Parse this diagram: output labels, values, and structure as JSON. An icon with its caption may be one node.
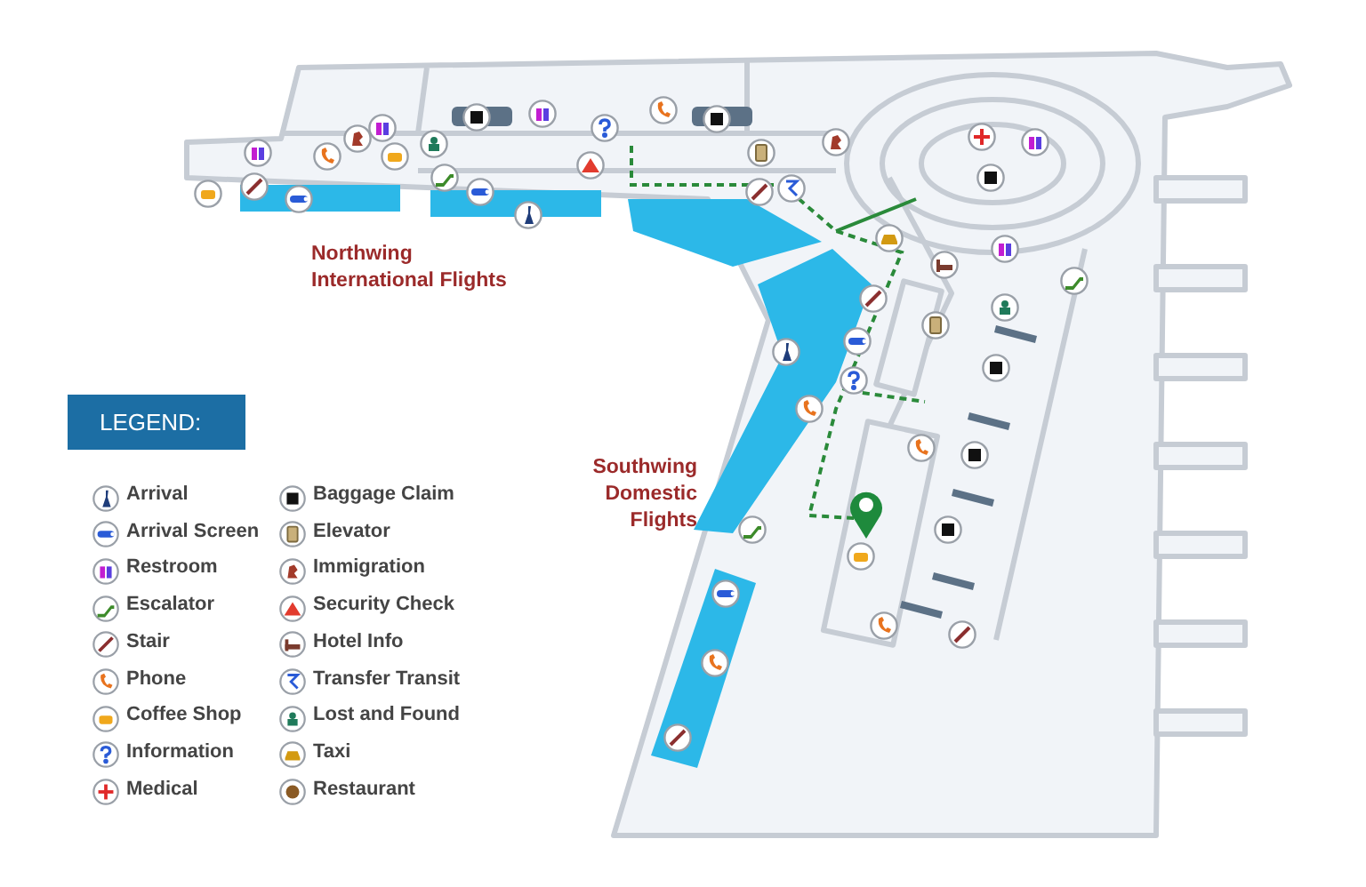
{
  "diagram": {
    "labels": [
      "Northwing International Flights",
      "Southwing Domestic Flights",
      "LEGEND:"
    ],
    "legend": [
      {
        "text": "Arrival"
      },
      {
        "text": "Arrival Screen"
      },
      {
        "text": "Restroom"
      },
      {
        "text": "Escalator"
      },
      {
        "text": "Stair"
      },
      {
        "text": "Phone"
      },
      {
        "text": "Coffee Shop"
      },
      {
        "text": "Information"
      },
      {
        "text": "Medical"
      },
      {
        "text": "Baggage Claim"
      },
      {
        "text": "Elevator"
      },
      {
        "text": "Immigration"
      },
      {
        "text": "Security Check"
      },
      {
        "text": "Hotel Info"
      },
      {
        "text": "Transfer Transit"
      },
      {
        "text": "Lost and Found"
      },
      {
        "text": "Taxi"
      },
      {
        "text": "Restaurant"
      }
    ]
  }
}
